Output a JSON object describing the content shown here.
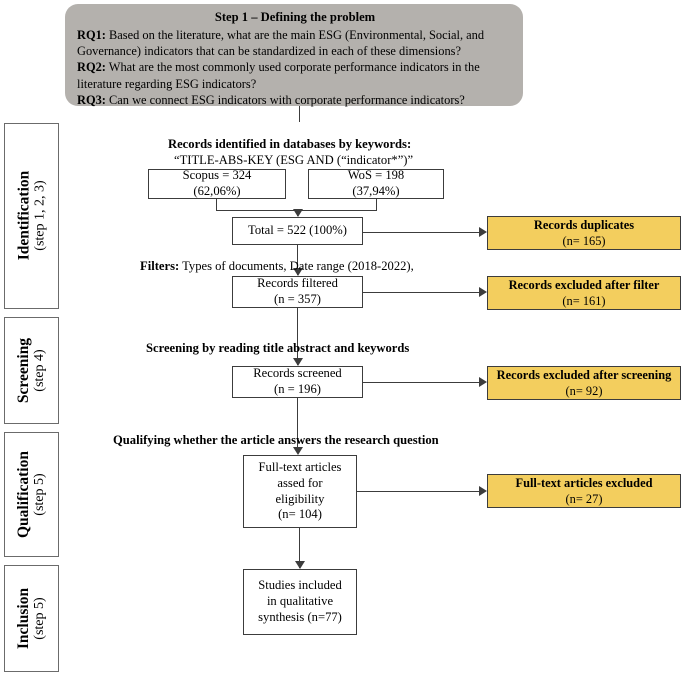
{
  "research_question_box": {
    "title": "Step 1 – Defining the problem",
    "questions": [
      {
        "tag": "RQ1:",
        "text": " Based on the literature, what are the main ESG (Environmental, Social, and"
      },
      {
        "tag": "",
        "text": "Governance) indicators that can be standardized in each of these dimensions?"
      },
      {
        "tag": "RQ2:",
        "text": " What are the most commonly used corporate performance indicators in the"
      },
      {
        "tag": "",
        "text": "literature regarding ESG indicators?"
      },
      {
        "tag": "RQ3:",
        "text": " Can we connect ESG indicators with corporate performance indicators?"
      }
    ]
  },
  "stages": [
    {
      "name": "Identification",
      "step": "(step 1, 2, 3)"
    },
    {
      "name": "Screening",
      "step": "(step 4)"
    },
    {
      "name": "Qualification",
      "step": "(step 5)"
    },
    {
      "name": "Inclusion",
      "step": "(step 5)"
    }
  ],
  "captions": {
    "records_identified": "Records identified in databases by keywords:",
    "query_string": "“TITLE-ABS-KEY  (ESG AND (“indicator*”)”",
    "filters_label": "Filters:",
    "filters_text": " Types of documents, Date range  (2018-2022),",
    "screening_note": "Screening by reading title abstract and keywords",
    "qualifying_note": "Qualifying whether the article answers the research question"
  },
  "flow_boxes": {
    "scopus": {
      "line1": "Scopus = 324",
      "line2": "(62,06%)"
    },
    "wos": {
      "line1": "WoS = 198",
      "line2": "(37,94%)"
    },
    "total": {
      "line1": "Total = 522 (100%)"
    },
    "records_filtered": {
      "line1": "Records filtered",
      "line2": "(n = 357)"
    },
    "records_screened": {
      "line1": "Records screened",
      "line2": "(n = 196)"
    },
    "fulltext_assessed": {
      "line1": "Full-text articles",
      "line2": "assed for",
      "line3": "eligibility",
      "line4": "(n= 104)"
    },
    "studies_included": {
      "line1": "Studies included",
      "line2": "in qualitative",
      "line3": "synthesis  (n=77)"
    }
  },
  "exclusion_boxes": {
    "duplicates": {
      "title": "Records duplicates",
      "n": "(n= 165)"
    },
    "after_filter": {
      "title": "Records excluded after filter",
      "n": "(n= 161)"
    },
    "after_screening": {
      "title": "Records excluded after screening",
      "n": "(n= 92)"
    },
    "fulltext_excluded": {
      "title": "Full-text articles excluded",
      "n": "(n= 27)"
    }
  },
  "colors": {
    "question_box_grey": "#B4B1AD",
    "exclusion_yellow": "#F3CE5E",
    "line_dark": "#3C3C3C",
    "background": "#FFFFFF"
  }
}
